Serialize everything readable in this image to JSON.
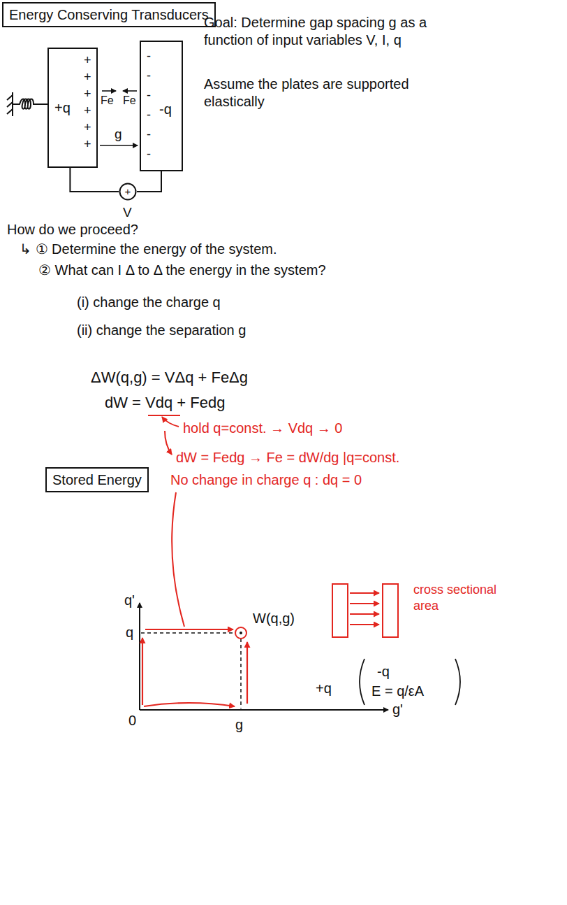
{
  "diagram": {
    "title": "Energy Conserving Transducers",
    "nodes": [
      {
        "text": [
          "Energy Conserving Transducers"
        ]
      },
      {
        "text": [
          "+q",
          "+",
          "+",
          "+",
          "+",
          "+",
          "+"
        ]
      },
      {
        "text": [
          "-q",
          "-",
          "-",
          "-",
          "-",
          "-",
          "-"
        ]
      },
      {
        "text": [
          "+"
        ]
      },
      {
        "text": [
          "Stored Energy"
        ]
      }
    ],
    "edges": [
      {
        "from": 1,
        "to": 3,
        "arrow": "none"
      },
      {
        "from": 3,
        "to": 2,
        "arrow": "none"
      }
    ],
    "labels": [
      "Fe",
      "Fe",
      "g",
      "V",
      "Goal: Determine gap spacing g as a function of input variables V, I, q",
      "Assume the plates are supported elastically",
      "How do we proceed?",
      "↳ ① Determine the energy of the system.",
      "② What can I Δ to Δ the energy in the system?",
      "(i) change the charge q",
      "(ii) change the separation g",
      "ΔW(q,g) = VΔq + FeΔg",
      "dW = Vdq + Fedg",
      "hold q=const. → Vdq → 0",
      "dW = Fedg → Fe = dW/dg |q=const.",
      "No change in charge q : dq = 0",
      "q'",
      "q",
      "W(q,g)",
      "0",
      "g",
      "g'",
      "cross sectional area",
      "+q",
      "-q",
      "E = q/εA"
    ]
  }
}
